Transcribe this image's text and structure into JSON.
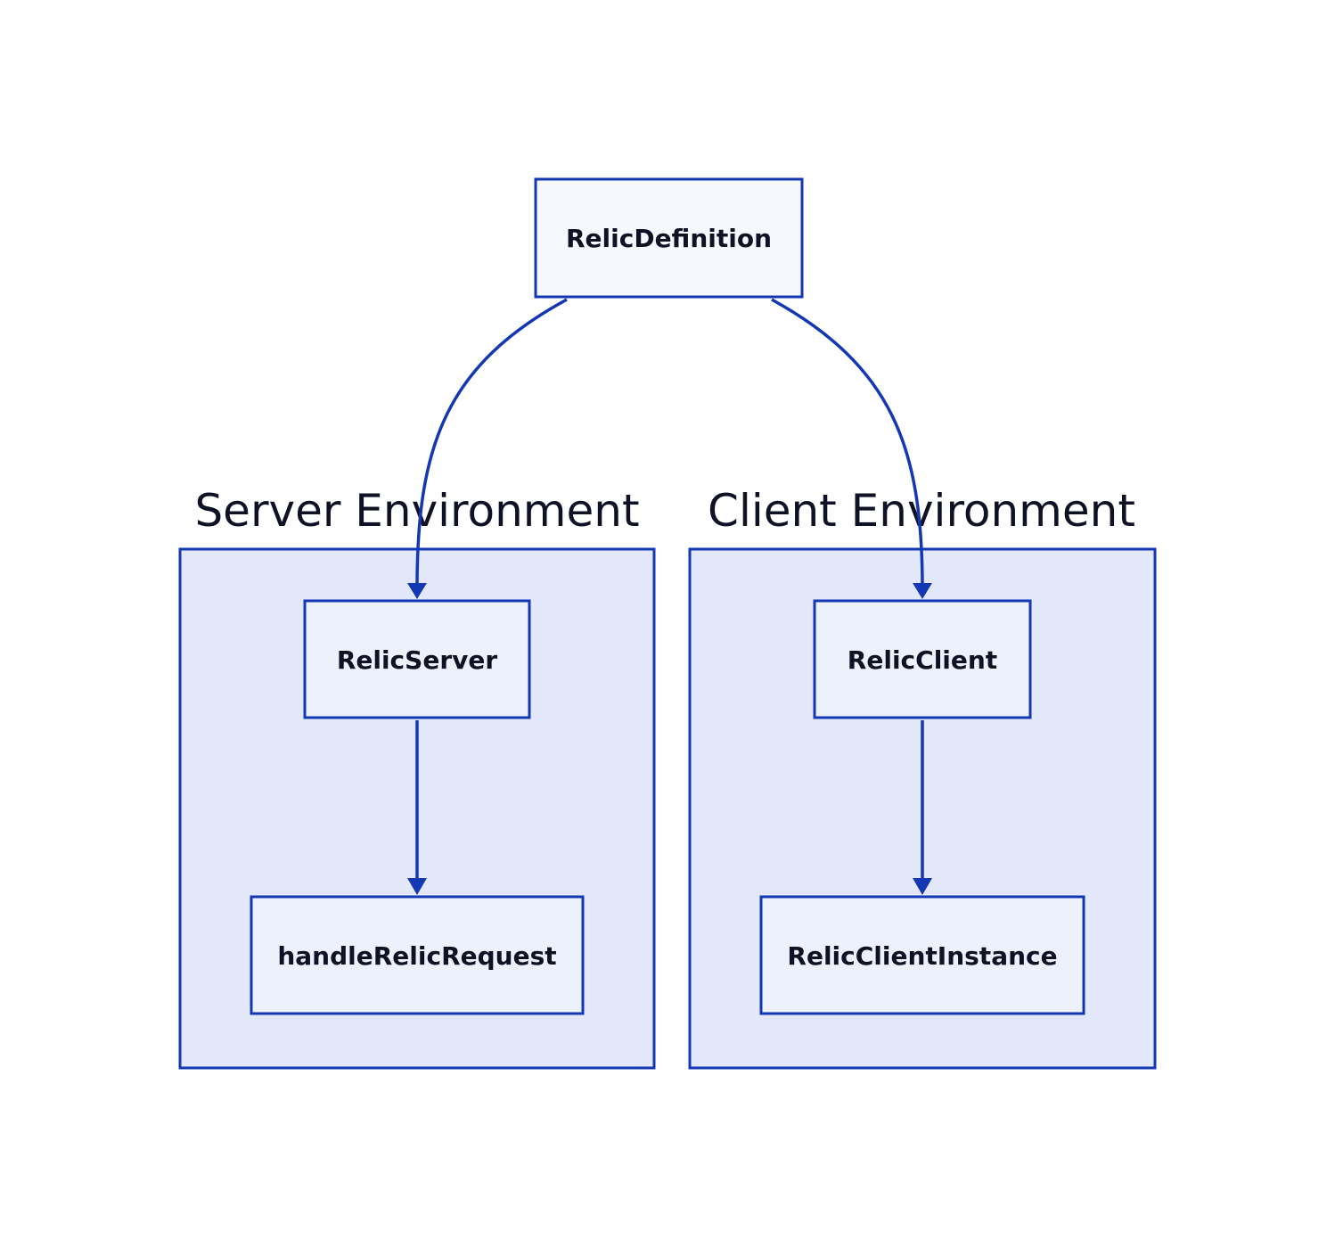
{
  "diagram": {
    "nodes": {
      "relic_definition": "RelicDefinition",
      "relic_server": "RelicServer",
      "handle_relic_request": "handleRelicRequest",
      "relic_client": "RelicClient",
      "relic_client_instance": "RelicClientInstance"
    },
    "groups": {
      "server": "Server Environment",
      "client": "Client Environment"
    },
    "edges": [
      {
        "from": "RelicDefinition",
        "to": "RelicServer"
      },
      {
        "from": "RelicDefinition",
        "to": "RelicClient"
      },
      {
        "from": "RelicServer",
        "to": "handleRelicRequest"
      },
      {
        "from": "RelicClient",
        "to": "RelicClientInstance"
      }
    ],
    "colors": {
      "stroke": "#1437b4",
      "group_fill": "#e2e8f9",
      "node_fill": "#edf1fc",
      "top_node_fill": "#f6f8fd",
      "text": "#0f1124"
    }
  }
}
